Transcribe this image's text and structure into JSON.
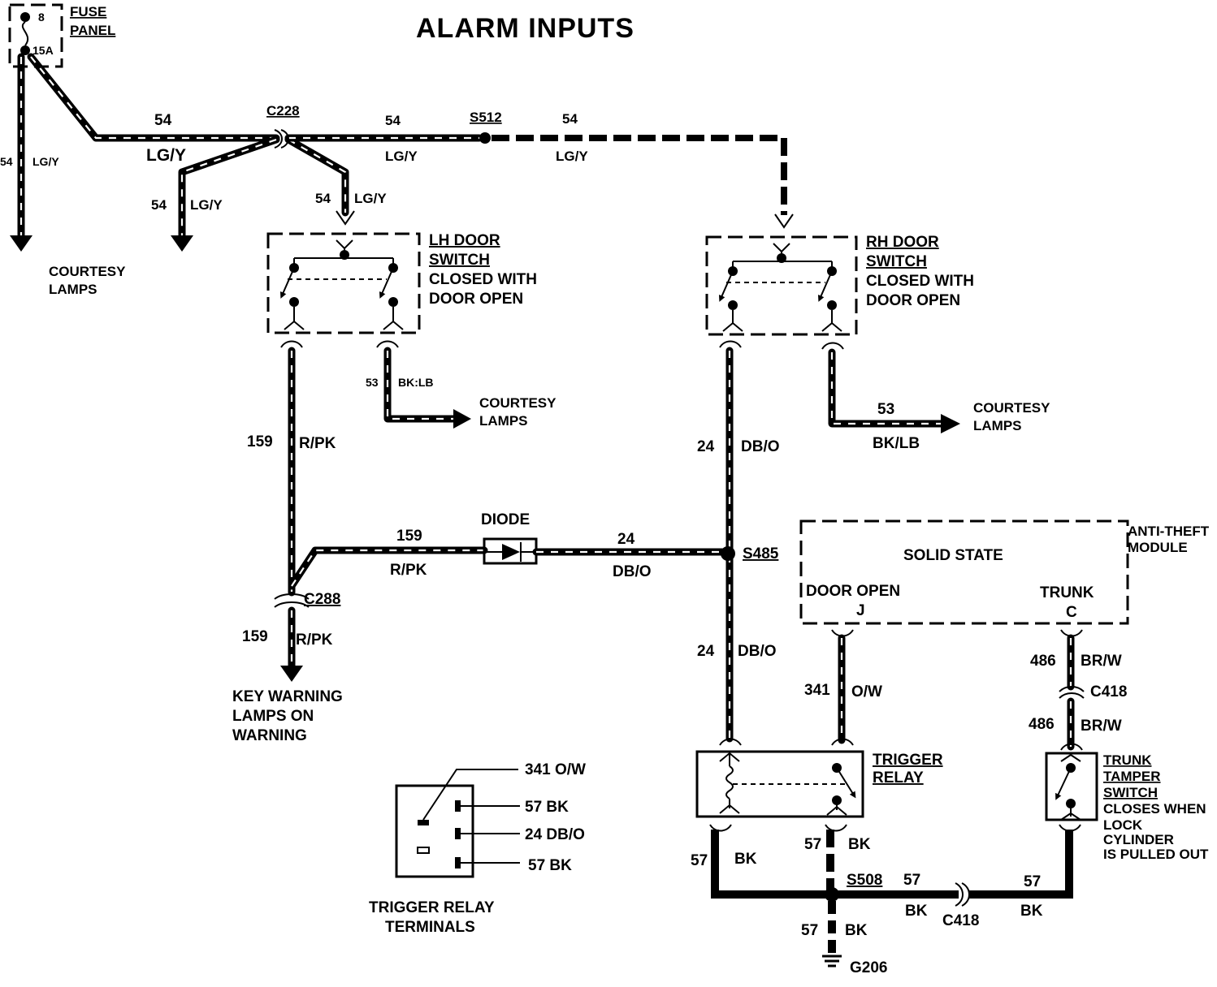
{
  "title": "ALARM INPUTS",
  "fuse": {
    "top": "8",
    "rating": "15A",
    "label_1": "FUSE",
    "label_2": "PANEL"
  },
  "connectors": {
    "c228": "C228",
    "c288": "C288",
    "c418_top": "C418",
    "c418_bottom": "C418"
  },
  "splices": {
    "s512": "S512",
    "s485": "S485",
    "s508": "S508"
  },
  "ground": "G206",
  "diode": "DIODE",
  "circuits": {
    "c54": "54",
    "lgy": "LG/Y",
    "c53": "53",
    "bklb": "BK/LB",
    "bklb_small": "BK:LB",
    "c159": "159",
    "rpk": "R/PK",
    "c24": "24",
    "dbo": "DB/O",
    "c341": "341",
    "ow": "O/W",
    "c486": "486",
    "brw": "BR/W",
    "c57": "57",
    "bk": "BK"
  },
  "destinations": {
    "courtesy_1": "COURTESY",
    "courtesy_2": "LAMPS"
  },
  "lh_switch": {
    "l1": "LH DOOR",
    "l2": "SWITCH",
    "l3": "CLOSED WITH",
    "l4": "DOOR OPEN"
  },
  "rh_switch": {
    "l1": "RH DOOR",
    "l2": "SWITCH",
    "l3": "CLOSED WITH",
    "l4": "DOOR OPEN"
  },
  "key_warning": {
    "l1": "KEY WARNING",
    "l2": "LAMPS ON",
    "l3": "WARNING"
  },
  "module": {
    "name_1": "ANTI-THEFT",
    "name_2": "MODULE",
    "type": "SOLID STATE",
    "door_open": "DOOR OPEN",
    "door_pin": "J",
    "trunk": "TRUNK",
    "trunk_pin": "C"
  },
  "trigger_relay": {
    "l1": "TRIGGER",
    "l2": "RELAY"
  },
  "trunk_switch": {
    "l1": "TRUNK",
    "l2": "TAMPER",
    "l3": "SWITCH",
    "l4": "CLOSES WHEN",
    "l5": "LOCK",
    "l6": "CYLINDER",
    "l7": "IS PULLED OUT"
  },
  "relay_terminals": {
    "caption_1": "TRIGGER RELAY",
    "caption_2": "TERMINALS",
    "t1": "341  O/W",
    "t2": "57 BK",
    "t3": "24 DB/O",
    "t4": "57 BK"
  }
}
